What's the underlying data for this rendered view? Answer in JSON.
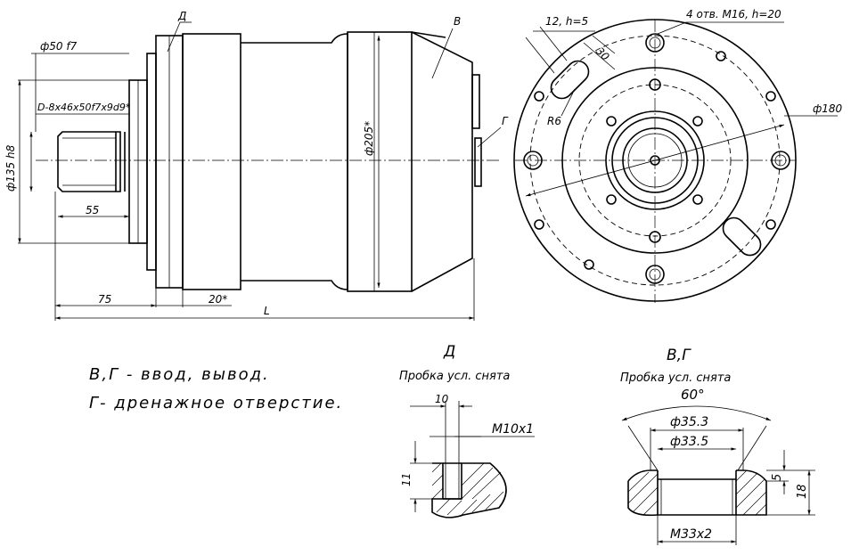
{
  "side_view": {
    "leader_d": "Д",
    "leader_v": "В",
    "leader_g": "Г",
    "dia_50": "ф50 f7",
    "spline": "D-8x46x50f7x9d9*",
    "dia_135": "ф135 h8",
    "dia_205": "ф205*",
    "len_55": "55",
    "len_75": "75",
    "len_20": "20*",
    "len_L": "L"
  },
  "front_view": {
    "slot": "12, h=5",
    "slot_depth": "30",
    "holes": "4 отв. М16, h=20",
    "radius": "R6",
    "dia_180": "ф180"
  },
  "notes": {
    "line1": "В,Г - ввод, вывод.",
    "line2": "Г- дренажное отверстие."
  },
  "detail_d": {
    "title": "Д",
    "caption": "Пробка усл. снята",
    "width": "10",
    "thread": "М10х1",
    "depth": "11"
  },
  "detail_vg": {
    "title": "В,Г",
    "caption": "Пробка усл. снята",
    "angle": "60°",
    "dia_outer": "ф35.3",
    "dia_inner": "ф33.5",
    "depth_5": "5",
    "depth_18": "18",
    "thread": "М33х2"
  }
}
